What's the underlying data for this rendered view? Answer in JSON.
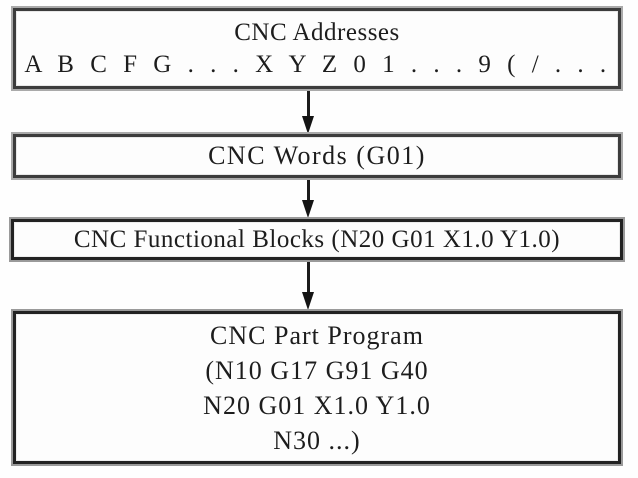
{
  "figure": {
    "title": "CNC program structure flow diagram",
    "background_color": "#fefefe",
    "text_color": "#1d1d1d",
    "border_color_dark": "#222222",
    "border_color_light": "#3c3c3c",
    "border_halo_color": "#a0a0a0",
    "boxes": [
      {
        "id": "cnc-addresses",
        "lines": [
          "CNC Addresses",
          "A B C F G . . . X Y Z 0 1 . . . 9 ( / . . ."
        ]
      },
      {
        "id": "cnc-words",
        "lines": [
          "CNC Words (G01)"
        ]
      },
      {
        "id": "cnc-functional-blocks",
        "lines": [
          "CNC Functional Blocks (N20 G01 X1.0 Y1.0)"
        ]
      },
      {
        "id": "cnc-part-program",
        "lines": [
          "CNC Part Program",
          "(N10 G17 G91 G40",
          "N20 G01 X1.0 Y1.0",
          "N30 ...)"
        ]
      }
    ],
    "arrows": [
      {
        "name": "down-arrow-1",
        "direction": "down"
      },
      {
        "name": "down-arrow-2",
        "direction": "down"
      },
      {
        "name": "down-arrow-3",
        "direction": "down"
      }
    ]
  }
}
